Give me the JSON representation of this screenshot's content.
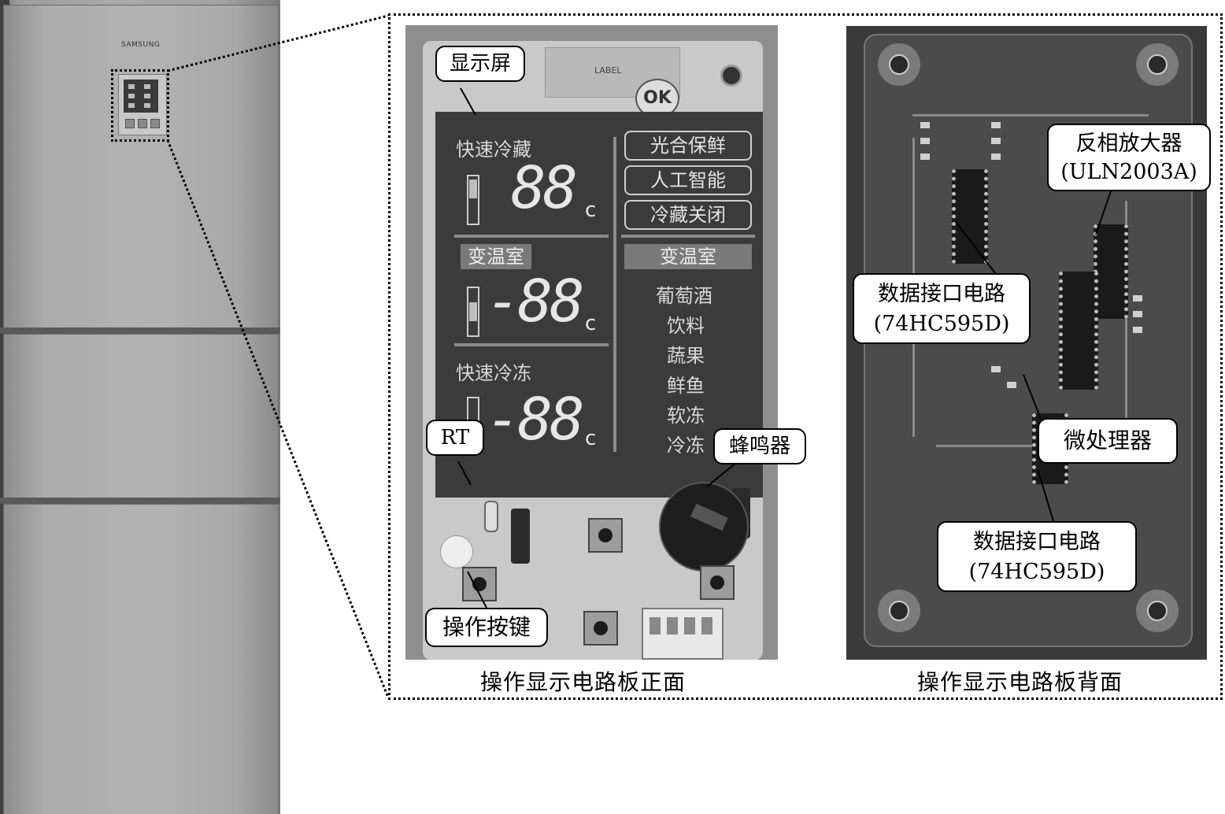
{
  "front": {
    "label_sticker": "LABEL",
    "ok_mark": "OK",
    "lcd": {
      "zone1_label": "快速冷藏",
      "zone1_digits": "88",
      "zone2_label": "变温室",
      "zone2_digits": "-88",
      "zone3_label": "快速冷冻",
      "zone3_digits": "-88",
      "unit": "c",
      "mode_buttons": [
        "光合保鲜",
        "人工智能",
        "冷藏关闭"
      ],
      "variable_room_title": "变温室",
      "variable_room_options": [
        "葡萄酒",
        "饮料",
        "蔬果",
        "鲜鱼",
        "软冻",
        "冷冻"
      ]
    }
  },
  "fridge": {
    "brand": "SAMSUNG"
  },
  "callouts": {
    "display": "显示屏",
    "rt": "RT",
    "buzzer": "蜂鸣器",
    "keys": "操作按键",
    "inverter_name": "反相放大器",
    "inverter_part": "(ULN2003A)",
    "data_if1_name": "数据接口电路",
    "data_if1_part": "(74HC595D)",
    "mcu": "微处理器",
    "data_if2_name": "数据接口电路",
    "data_if2_part": "(74HC595D)"
  },
  "captions": {
    "front": "操作显示电路板正面",
    "back": "操作显示电路板背面"
  }
}
